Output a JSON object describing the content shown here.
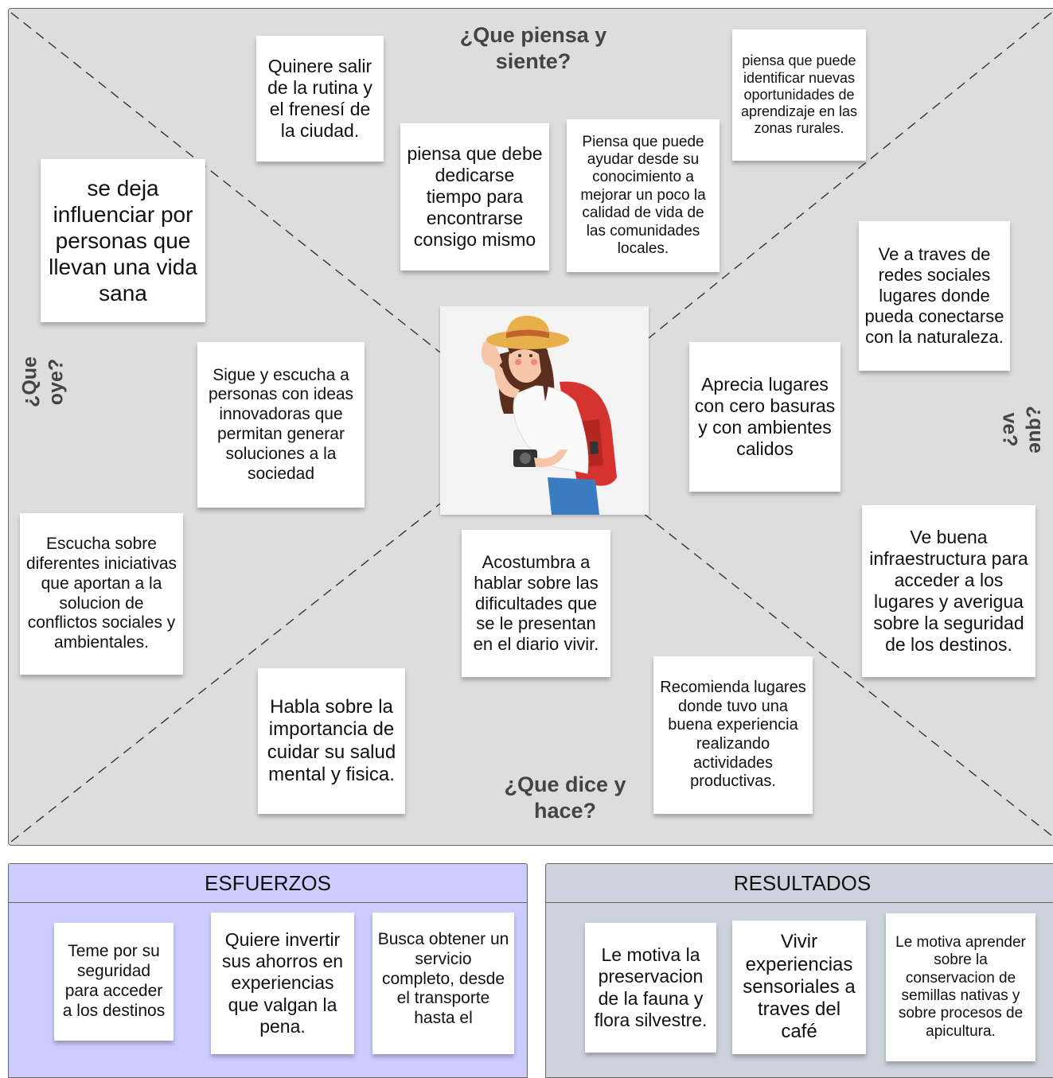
{
  "quadrants": {
    "piensa": "¿Que piensa y siente?",
    "oye": "¿Que oye?",
    "ve": "¿que ve?",
    "dice": "¿Que dice y hace?"
  },
  "notes": {
    "piensa": [
      "Quinere salir de la rutina y el frenesí de la ciudad.",
      "piensa que debe dedicarse tiempo para encontrarse consigo mismo",
      "Piensa que puede ayudar desde su conocimiento  a mejorar un poco la calidad de vida de las comunidades locales.",
      "piensa que puede identificar nuevas oportunidades de aprendizaje en las zonas rurales."
    ],
    "oye": [
      "se deja influenciar por personas que llevan una vida sana",
      "Sigue y escucha a personas con ideas innovadoras que permitan generar soluciones a la sociedad",
      "Escucha sobre diferentes iniciativas que aportan a la solucion de conflictos sociales y ambientales."
    ],
    "ve": [
      "Ve a traves de redes sociales lugares donde pueda conectarse con la naturaleza.",
      "Aprecia lugares con cero basuras y con ambientes calidos",
      "Ve buena infraestructura para acceder a los lugares y averigua sobre la seguridad de los destinos."
    ],
    "dice": [
      "Acostumbra a hablar sobre las dificultades que se le presentan en el diario vivir.",
      "Habla sobre la importancia de cuidar su salud mental y fisica.",
      "Recomienda lugares donde tuvo una buena experiencia realizando actividades productivas."
    ]
  },
  "esfuerzos": {
    "title": "ESFUERZOS",
    "notes": [
      "Teme por su seguridad para acceder a los destinos",
      "Quiere invertir sus ahorros en experiencias que valgan la pena.",
      "Busca obtener un servicio completo, desde el transporte hasta el"
    ]
  },
  "resultados": {
    "title": "RESULTADOS",
    "notes": [
      "Le motiva la preservacion de la fauna y flora silvestre.",
      "Vivir experiencias sensoriales a traves del café",
      "Le motiva aprender sobre la conservacion de semillas nativas y sobre procesos de apicultura."
    ]
  },
  "colors": {
    "map_bg": "#dddddd",
    "esfuerzos_bg": "#ccccff",
    "resultados_bg": "#cdd3dc",
    "hat": "#e8b04a",
    "backpack": "#d6332e"
  },
  "icons": {
    "persona": "traveler-woman-illustration"
  }
}
